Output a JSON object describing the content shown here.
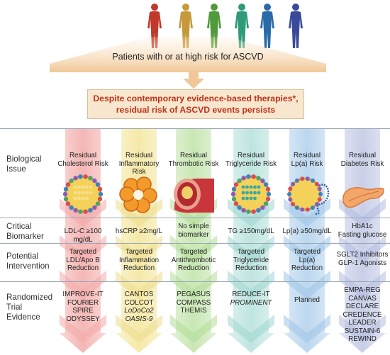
{
  "header": {
    "patients_label": "Patients with or at high risk for ASCVD",
    "risk_line1": "Despite contemporary evidence-based therapies*,",
    "risk_line2": "residual risk of ASCVD events persists"
  },
  "people_colors": [
    "#c0392b",
    "#c49a3a",
    "#4f9a3b",
    "#2f9a7a",
    "#2a6aa8",
    "#3a4a9a"
  ],
  "row_labels": {
    "biological": [
      "Biological",
      "Issue"
    ],
    "biomarker": [
      "Critical",
      "Biomarker"
    ],
    "intervention": [
      "Potential",
      "Intervention"
    ],
    "trial": [
      "Randomized",
      "Trial",
      "Evidence"
    ]
  },
  "columns": [
    {
      "color": "#f4b7b5",
      "arrow": "#f3a9a7",
      "issue": [
        "Residual",
        "Cholesterol Risk"
      ],
      "icon": "lipoprotein-particle-icon",
      "biomarker": [
        "LDL-C ≥100 mg/dL"
      ],
      "intervention": [
        "Targeted",
        "LDL/Apo B",
        "Reduction"
      ],
      "trials": [
        {
          "t": "IMPROVE-IT"
        },
        {
          "t": "FOURIER"
        },
        {
          "t": "SPIRE"
        },
        {
          "t": "ODYSSEY"
        }
      ]
    },
    {
      "color": "#f5e9a8",
      "arrow": "#ecdc8c",
      "issue": [
        "Residual",
        "Inflammatory Risk"
      ],
      "icon": "inflammation-cytokine-icon",
      "biomarker": [
        "hsCRP ≥2mg/L"
      ],
      "intervention": [
        "Targeted",
        "Inflammation",
        "Reduction"
      ],
      "trials": [
        {
          "t": "CANTOS"
        },
        {
          "t": "COLCOT"
        },
        {
          "t": "LoDoCo2",
          "i": true
        },
        {
          "t": "OASIS-9",
          "i": true
        }
      ]
    },
    {
      "color": "#c9e7b4",
      "arrow": "#b2dc98",
      "issue": [
        "Residual",
        "Thrombotic Risk"
      ],
      "icon": "artery-thrombus-icon",
      "biomarker": [
        "No simple",
        "biomarker"
      ],
      "intervention": [
        "Targeted",
        "Antithrombotic",
        "Reduction"
      ],
      "trials": [
        {
          "t": "PEGASUS"
        },
        {
          "t": "COMPASS"
        },
        {
          "t": "THEMIS"
        }
      ]
    },
    {
      "color": "#bfe5e0",
      "arrow": "#9fd6cf",
      "issue": [
        "Residual",
        "Triglyceride Risk"
      ],
      "icon": "triglyceride-particle-icon",
      "biomarker": [
        "TG ≥150mg/dL"
      ],
      "intervention": [
        "Targeted",
        "Triglyceride",
        "Reduction"
      ],
      "trials": [
        {
          "t": "REDUCE-IT"
        },
        {
          "t": "PROMINENT",
          "i": true
        }
      ]
    },
    {
      "color": "#bcd7ef",
      "arrow": "#9ec4e8",
      "issue": [
        "Residual",
        "Lp(a) Risk"
      ],
      "icon": "lipoprotein-a-icon",
      "biomarker": [
        "Lp(a) ≥50mg/dL"
      ],
      "intervention": [
        "Targeted",
        "Lp(a)",
        "Reduction"
      ],
      "trials": [
        {
          "t": "Planned"
        }
      ]
    },
    {
      "color": "#c9cfe8",
      "arrow": "#b3bce0",
      "issue": [
        "Residual",
        "Diabetes Risk"
      ],
      "icon": "pancreas-icon",
      "biomarker": [
        "HbA1c",
        "Fasting glucose"
      ],
      "intervention": [
        "SGLT2 Inhibitors",
        "GLP-1 Agonists"
      ],
      "trials": [
        {
          "t": "EMPA-REG"
        },
        {
          "t": "CANVAS"
        },
        {
          "t": "DECLARE"
        },
        {
          "t": "CREDENCE"
        },
        {
          "t": "LEADER"
        },
        {
          "t": "SUSTAIN-6"
        },
        {
          "t": "REWIND"
        }
      ]
    }
  ]
}
